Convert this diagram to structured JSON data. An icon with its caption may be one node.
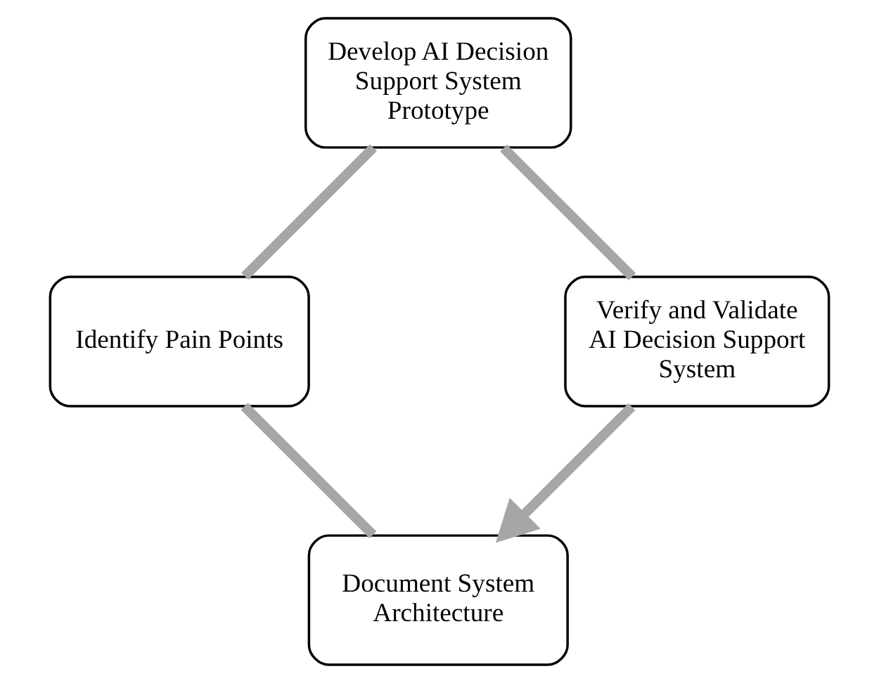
{
  "diagram": {
    "nodes": [
      {
        "text": [
          "Document System Architecture"
        ]
      },
      {
        "text": [
          "Identify Pain Points"
        ]
      },
      {
        "text": [
          "Develop AI Decision Support System Prototype"
        ]
      },
      {
        "text": [
          "Verify and Validate AI Decision Support System"
        ]
      }
    ],
    "edges": [
      {
        "from": 0,
        "to": 1,
        "arrow": "none"
      },
      {
        "from": 1,
        "to": 2,
        "arrow": "none"
      },
      {
        "from": 2,
        "to": 3,
        "arrow": "none"
      },
      {
        "from": 3,
        "to": 0,
        "arrow": "to"
      }
    ]
  }
}
